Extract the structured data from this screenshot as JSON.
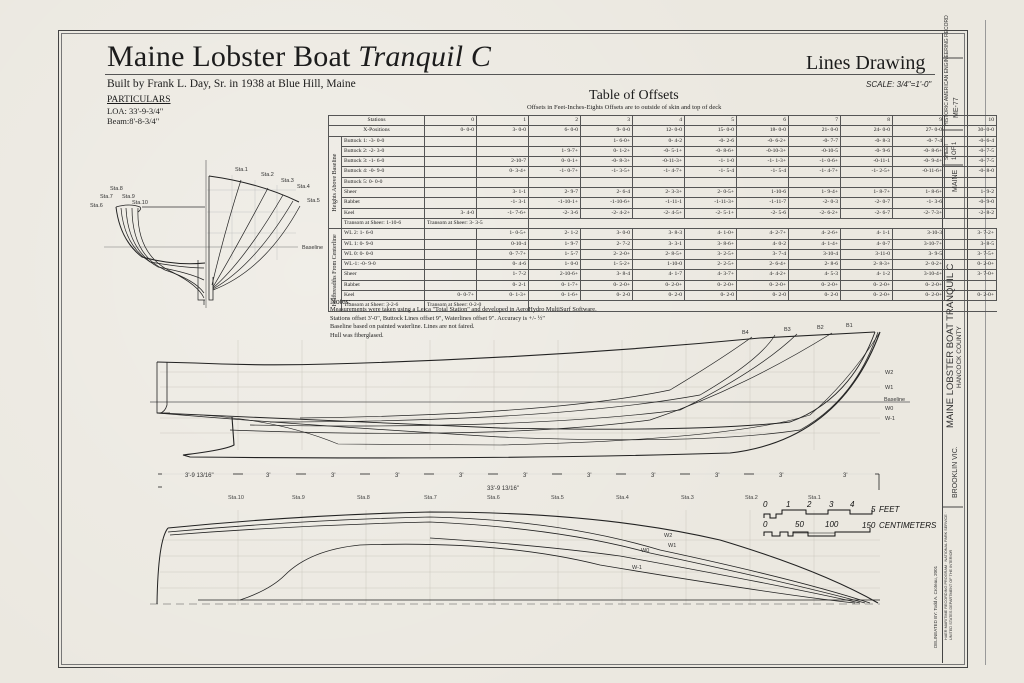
{
  "header": {
    "title_main": "Maine Lobster Boat ",
    "title_italic": "Tranquil C",
    "subtitle": "Built by Frank L. Day, Sr. in 1938 at Blue Hill, Maine",
    "particulars_heading": "PARTICULARS",
    "particulars": [
      "LOA: 33'-9-3/4\"",
      "Beam:8'-8-3/4\""
    ],
    "drawing_type": "Lines Drawing",
    "scale": "SCALE: 3/4\"=1'-0\""
  },
  "offsets_table": {
    "title": "Table of Offsets",
    "subtitle": "Offsets in Feet-Inches-Eights   Offsets are to outside of skin and top of deck",
    "stations_label": "Stations",
    "xpos_label": "X-Positions",
    "stations": [
      "0",
      "1",
      "2",
      "3",
      "4",
      "5",
      "6",
      "7",
      "8",
      "9",
      "10"
    ],
    "x_positions": [
      "0- 0-0",
      "3- 0-0",
      "6- 0-0",
      "9- 0-0",
      "12- 0-0",
      "15- 0-0",
      "18- 0-0",
      "21- 0-0",
      "24- 0-0",
      "27- 0-0",
      "30- 0-0"
    ],
    "heights_group_label": "Heights Above Baseline",
    "heights_rows": [
      {
        "label": "Buttock 1: -3- 0-0",
        "values": [
          "",
          "",
          "",
          "1- 6-0+",
          "0- 4-2",
          "-0- 2-6",
          "-0- 6-2+",
          "-0- 7-7",
          "-0- 8-3",
          "-0- 7-4",
          "-0- 6-4"
        ]
      },
      {
        "label": "Buttock 2: -2- 3-0",
        "values": [
          "",
          "",
          "1- 9-7+",
          "0- 1-2+",
          "-0- 5-1+",
          "-0- 8-6+",
          "-0-10-3+",
          "-0-10-5",
          "-0- 9-6",
          "-0- 8-6+",
          "-0- 7-5"
        ]
      },
      {
        "label": "Buttock 3: -1- 6-0",
        "values": [
          "",
          "2-10-7",
          "0- 0-1+",
          "-0- 8-3+",
          "-0-11-3+",
          "-1- 1-0",
          "-1- 1-3+",
          "-1- 0-6+",
          "-0-11-1",
          "-0- 9-4+",
          "-0- 7-5"
        ]
      },
      {
        "label": "Buttock 4: -0- 9-0",
        "values": [
          "",
          "0- 3-4+",
          "-1- 0-7+",
          "-1- 3-5+",
          "-1- 4-7+",
          "-1- 5-4",
          "-1- 5-4",
          "-1- 4-7+",
          "-1- 2-5+",
          "-0-11-6+",
          "-0- 8-0"
        ]
      },
      {
        "label": "Buttock 5: 0- 0-0",
        "values": [
          "",
          "",
          "",
          "",
          "",
          "",
          "",
          "",
          "",
          "",
          ""
        ]
      },
      {
        "label": "Sheer",
        "values": [
          "",
          "3- 1-1",
          "2- 9-7",
          "2- 6-4",
          "2- 3-3+",
          "2- 0-5+",
          "1-10-6",
          "1- 9-4+",
          "1- 8-7+",
          "1- 8-6+",
          "1- 9-2"
        ]
      },
      {
        "label": "Rabbet",
        "values": [
          "",
          "-1- 3-1",
          "-1-10-1+",
          "-1-10-6+",
          "-1-11-1",
          "-1-11-3+",
          "-1-11-7",
          "-2- 0-3",
          "-2- 0-7",
          "-1- 3-6",
          "-0- 9-0"
        ]
      },
      {
        "label": "Keel",
        "values": [
          "3- 4-0",
          "-1- 7-6+",
          "-2- 3-6",
          "-2- 4-2+",
          "-2- 4-5+",
          "-2- 5-1+",
          "-2- 5-6",
          "-2- 6-2+",
          "-2- 6-7",
          "-2- 7-3+",
          "-2- 8-2"
        ]
      }
    ],
    "heights_transom": [
      "Transom at Sheer: 1-10-6",
      "Transom at Sheer: 3- 3-5"
    ],
    "halfbreadths_group_label": "Halfbreadths From Centerline",
    "halfbreadth_rows": [
      {
        "label": "WL 2: 1- 6-0",
        "values": [
          "",
          "1- 0-5+",
          "2- 1-2",
          "3- 0-0",
          "3- 8-3",
          "4- 1-0+",
          "4- 2-7+",
          "4- 2-6+",
          "4- 1-1",
          "3-10-3",
          "3- 7-2+"
        ]
      },
      {
        "label": "WL 1: 0- 9-0",
        "values": [
          "",
          "0-10-4",
          "1- 9-7",
          "2- 7-2",
          "3- 3-1",
          "3- 8-6+",
          "4- 0-2",
          "4- 1-4+",
          "4- 0-7",
          "3-10-7+",
          "3- 8-5"
        ]
      },
      {
        "label": "WL 0: 0- 0-0",
        "values": [
          "",
          "0- 7-7+",
          "1- 5-7",
          "2- 2-0+",
          "2- 8-5+",
          "3- 2-5+",
          "3- 7-4",
          "3-10-4",
          "3-11-0",
          "3- 9-5",
          "3- 7-5+"
        ]
      },
      {
        "label": "WL-1: -0- 9-0",
        "values": [
          "",
          "0- 4-6",
          "1- 0-0",
          "1- 5-2+",
          "1-10-0",
          "2- 2-5+",
          "2- 6-4+",
          "2- 8-6",
          "2- 8-3+",
          "2- 0-2+",
          "0- 2-0+"
        ]
      },
      {
        "label": "Sheer",
        "values": [
          "",
          "1- 7-2",
          "2-10-6+",
          "3- 8-4",
          "4- 1-7",
          "4- 3-7+",
          "4- 4-2+",
          "4- 5-3",
          "4- 1-2",
          "3-10-4+",
          "3- 7-0+"
        ]
      },
      {
        "label": "Rabbet",
        "values": [
          "",
          "0- 2-1",
          "0- 1-7+",
          "0- 2-0+",
          "0- 2-0+",
          "0- 2-0+",
          "0- 2-0+",
          "0- 2-0+",
          "0- 2-0+",
          "0- 2-0+",
          ""
        ]
      },
      {
        "label": "Keel",
        "values": [
          "0- 0-7+",
          "0- 1-3+",
          "0- 1-6+",
          "0- 2-0",
          "0- 2-0",
          "0- 2-0",
          "0- 2-0",
          "0- 2-0",
          "0- 2-0+",
          "0- 2-0+",
          "0- 2-0+"
        ]
      }
    ],
    "halfbreadths_transom": [
      "Transom at Sheer: 3-2-6",
      "Transom at Sheer: 0-2-0"
    ]
  },
  "notes": {
    "heading": "Notes:",
    "lines": [
      "Measurements were taken using a Leica \"Total Station\" and developed in AeroHydro MultiSurf Software.",
      "Stations offset 3'-0\", Buttock Lines offset 9\", Waterlines offset 9\".  Accuracy is +/- ½\"",
      "Baseline based on painted waterline.  Lines are not faired.",
      "Hull was fiberglased."
    ]
  },
  "body_plan": {
    "station_labels_aft": [
      "Sta.6",
      "Sta.7",
      "Sta.8",
      "Sta.9",
      "Sta.10"
    ],
    "station_labels_fwd": [
      "Sta.1",
      "Sta.2",
      "Sta.3",
      "Sta.4",
      "Sta.5"
    ],
    "baseline_label": "Baseline"
  },
  "profile": {
    "buttock_labels": [
      "B4",
      "B3",
      "B2",
      "B1"
    ],
    "waterline_labels": [
      "W2",
      "W1",
      "Baseline",
      "W0",
      "W-1"
    ]
  },
  "dimensions": {
    "segment_first": "3'-9 13/16\"",
    "segment": "3'",
    "overall": "33'-9 13/16\"",
    "station_labels": [
      "Sta.10",
      "Sta.9",
      "Sta.8",
      "Sta.7",
      "Sta.6",
      "Sta.5",
      "Sta.4",
      "Sta.3",
      "Sta.2",
      "Sta.1"
    ]
  },
  "half_breadth": {
    "waterline_labels": [
      "W2",
      "W1",
      "W0",
      "W-1"
    ]
  },
  "scale_bar": {
    "feet_ticks": [
      "0",
      "1",
      "2",
      "3",
      "4",
      "5"
    ],
    "feet_unit": "FEET",
    "cm_ticks": [
      "0",
      "50",
      "100",
      "150"
    ],
    "cm_unit": "CENTIMETERS"
  },
  "title_block": {
    "project": "MAINE LOBSTER BOAT TRANQUIL C",
    "county": "HANCOCK COUNTY",
    "location": "BROOKLIN VIC.",
    "state": "MAINE",
    "record": "HISTORIC AMERICAN ENGINEERING RECORD",
    "record_no": "ME-77",
    "sheet_label": "SHEET",
    "sheet": "1 OF 1",
    "delineated": "DELINEATED BY: Todd A. Croteau, 2001",
    "agency": "HAER MARITIME RECORDING PROGRAM · NATIONAL PARK SERVICE · UNITED STATES DEPARTMENT OF THE INTERIOR"
  }
}
